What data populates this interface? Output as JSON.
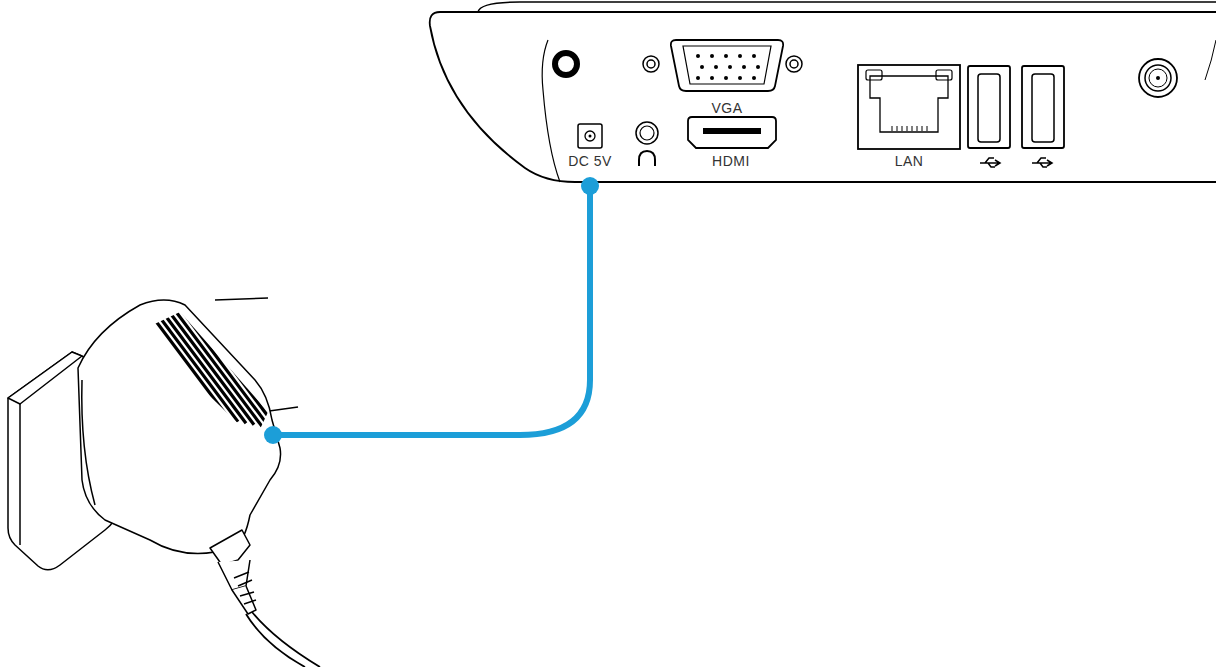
{
  "diagram": {
    "labels": [
      "VGA",
      "DC 5V",
      "HDMI",
      "LAN"
    ]
  }
}
